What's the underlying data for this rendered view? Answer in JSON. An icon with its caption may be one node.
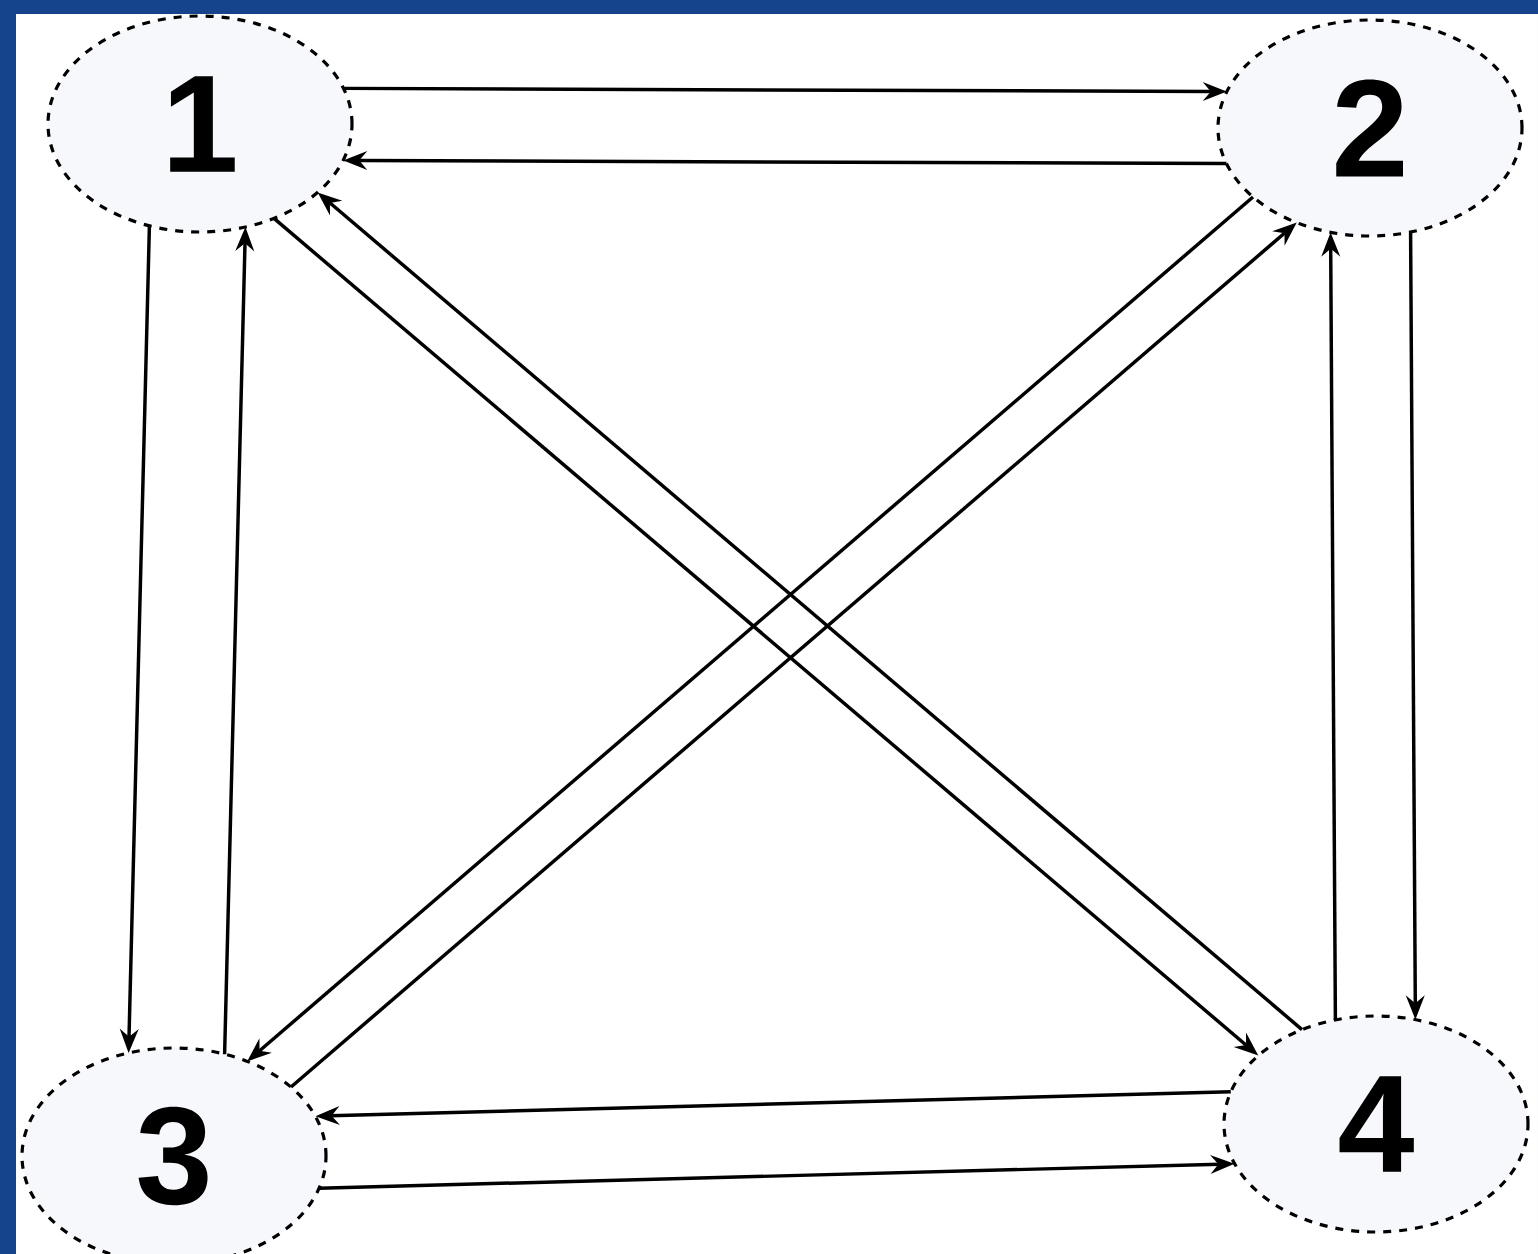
{
  "diagram": {
    "nodes": [
      {
        "text": [
          "1"
        ]
      },
      {
        "text": [
          "2"
        ]
      },
      {
        "text": [
          "3"
        ]
      },
      {
        "text": [
          "4"
        ]
      }
    ],
    "edges": [
      {
        "from": 0,
        "to": 1,
        "arrow": "to"
      },
      {
        "from": 1,
        "to": 0,
        "arrow": "to"
      },
      {
        "from": 0,
        "to": 2,
        "arrow": "to"
      },
      {
        "from": 2,
        "to": 0,
        "arrow": "to"
      },
      {
        "from": 1,
        "to": 3,
        "arrow": "to"
      },
      {
        "from": 3,
        "to": 1,
        "arrow": "to"
      },
      {
        "from": 2,
        "to": 3,
        "arrow": "to"
      },
      {
        "from": 3,
        "to": 2,
        "arrow": "to"
      },
      {
        "from": 0,
        "to": 3,
        "arrow": "to"
      },
      {
        "from": 3,
        "to": 0,
        "arrow": "to"
      },
      {
        "from": 1,
        "to": 2,
        "arrow": "to"
      },
      {
        "from": 2,
        "to": 1,
        "arrow": "to"
      }
    ]
  }
}
